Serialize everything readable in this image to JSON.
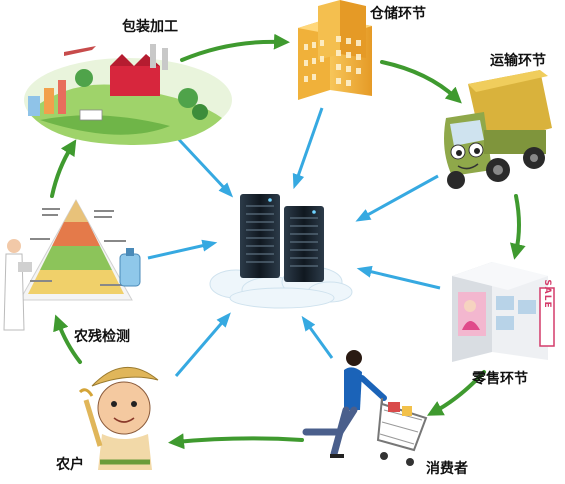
{
  "nodes": {
    "packaging": "包装加工",
    "warehouse": "仓储环节",
    "transport": "运输环节",
    "retail": "零售环节",
    "consumer": "消费者",
    "farmer": "农户",
    "residue_test": "农残检测"
  },
  "store_sign": "SALE",
  "colors": {
    "cycle_arrow": "#3f9a2f",
    "data_arrow": "#36a9e1",
    "server": "#1d2a36"
  }
}
